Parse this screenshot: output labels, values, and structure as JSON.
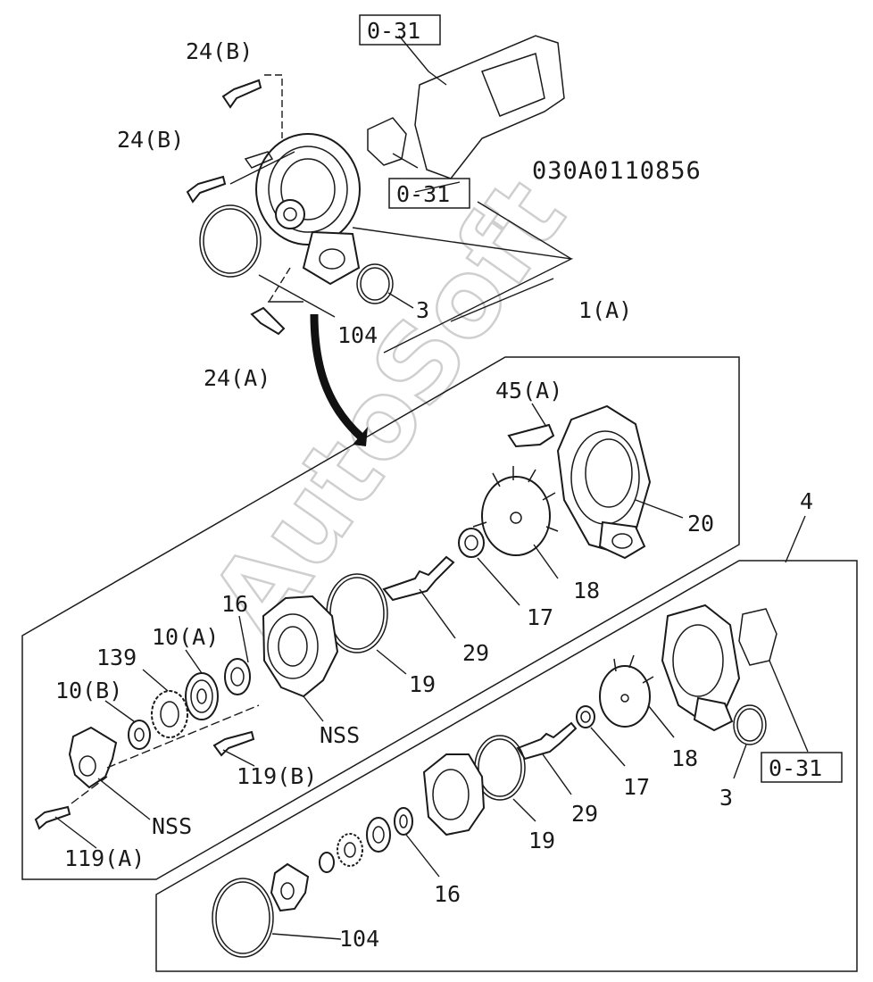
{
  "figure_code": "030A0110856",
  "watermark": "AutoSoft",
  "refs": {
    "ref_top": "0-31",
    "ref_mid": "0-31",
    "ref_right": "0-31"
  },
  "labels": {
    "p24b_top": "24(B)",
    "p24b_left": "24(B)",
    "p1a": "1(A)",
    "p3_top": "3",
    "p104_top": "104",
    "p24a": "24(A)",
    "p45a": "45(A)",
    "p20": "20",
    "p4": "4",
    "p18_a": "18",
    "p17_a": "17",
    "p29_a": "29",
    "p19_a": "19",
    "p16_a": "16",
    "p10a": "10(A)",
    "p139": "139",
    "p10b": "10(B)",
    "nss_mid": "NSS",
    "p119b": "119(B)",
    "nss_low": "NSS",
    "p119a": "119(A)",
    "p18_b": "18",
    "p17_b": "17",
    "p29_b": "29",
    "p19_b": "19",
    "p16_b": "16",
    "p104_b": "104",
    "p3_b": "3"
  }
}
